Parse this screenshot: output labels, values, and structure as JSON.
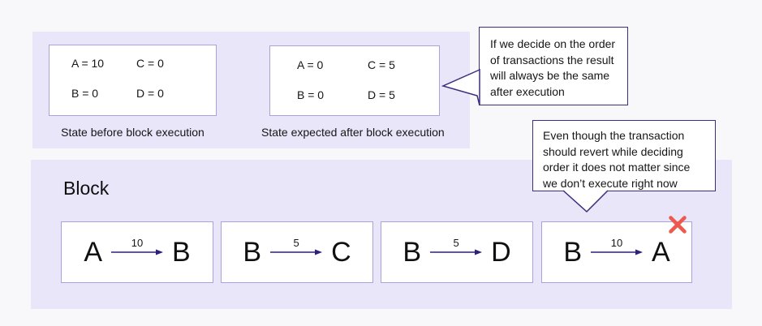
{
  "colors": {
    "page-bg": "#f8f8fa",
    "panel-bg": "#e9e6f9",
    "box-border": "#a9a2dd",
    "callout-border": "#3b2e7e",
    "arrow": "#2d2178",
    "reject": "#ed5a4d",
    "text": "#161616"
  },
  "states": [
    {
      "values": [
        "A = 10",
        "C = 0",
        "B = 0",
        "D = 0"
      ],
      "label": "State before block execution"
    },
    {
      "values": [
        "A = 0",
        "C = 5",
        "B = 0",
        "D = 5"
      ],
      "label": "State expected after block execution"
    }
  ],
  "callouts": [
    {
      "lines": [
        "If we decide on the order",
        "of transactions the result",
        "will always be the same",
        "after execution"
      ]
    },
    {
      "lines": [
        "Even though the transaction",
        "should revert while deciding",
        "order it does not matter since",
        "we don’t execute right now"
      ]
    }
  ],
  "block": {
    "label": "Block",
    "transactions": [
      {
        "from": "A",
        "amount": "10",
        "to": "B",
        "rejected": false
      },
      {
        "from": "B",
        "amount": "5",
        "to": "C",
        "rejected": false
      },
      {
        "from": "B",
        "amount": "5",
        "to": "D",
        "rejected": false
      },
      {
        "from": "B",
        "amount": "10",
        "to": "A",
        "rejected": true
      }
    ]
  }
}
